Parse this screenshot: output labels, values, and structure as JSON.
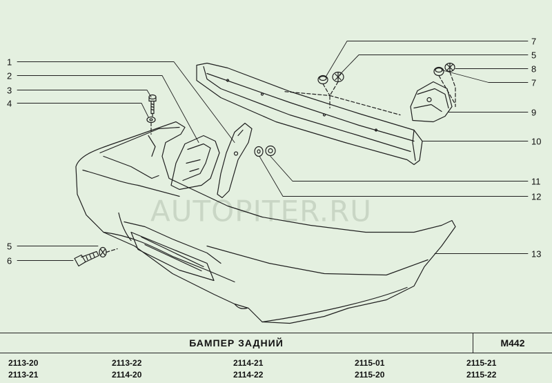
{
  "callouts": {
    "left": [
      {
        "num": "1"
      },
      {
        "num": "2"
      },
      {
        "num": "3"
      },
      {
        "num": "4"
      },
      {
        "num": "5"
      },
      {
        "num": "6"
      }
    ],
    "right": [
      {
        "num": "7"
      },
      {
        "num": "5"
      },
      {
        "num": "8"
      },
      {
        "num": "7"
      },
      {
        "num": "9"
      },
      {
        "num": "10"
      },
      {
        "num": "11"
      },
      {
        "num": "12"
      },
      {
        "num": "13"
      }
    ]
  },
  "watermark": "AUTOPITER.RU",
  "title": {
    "name": "БАМПЕР  ЗАДНИЙ",
    "code": "М442"
  },
  "model_codes": [
    [
      "2113-20",
      "2113-21"
    ],
    [
      "2113-22",
      "2114-20"
    ],
    [
      "2114-21",
      "2114-22"
    ],
    [
      "2115-01",
      "2115-20"
    ],
    [
      "2115-21",
      "2115-22"
    ]
  ]
}
